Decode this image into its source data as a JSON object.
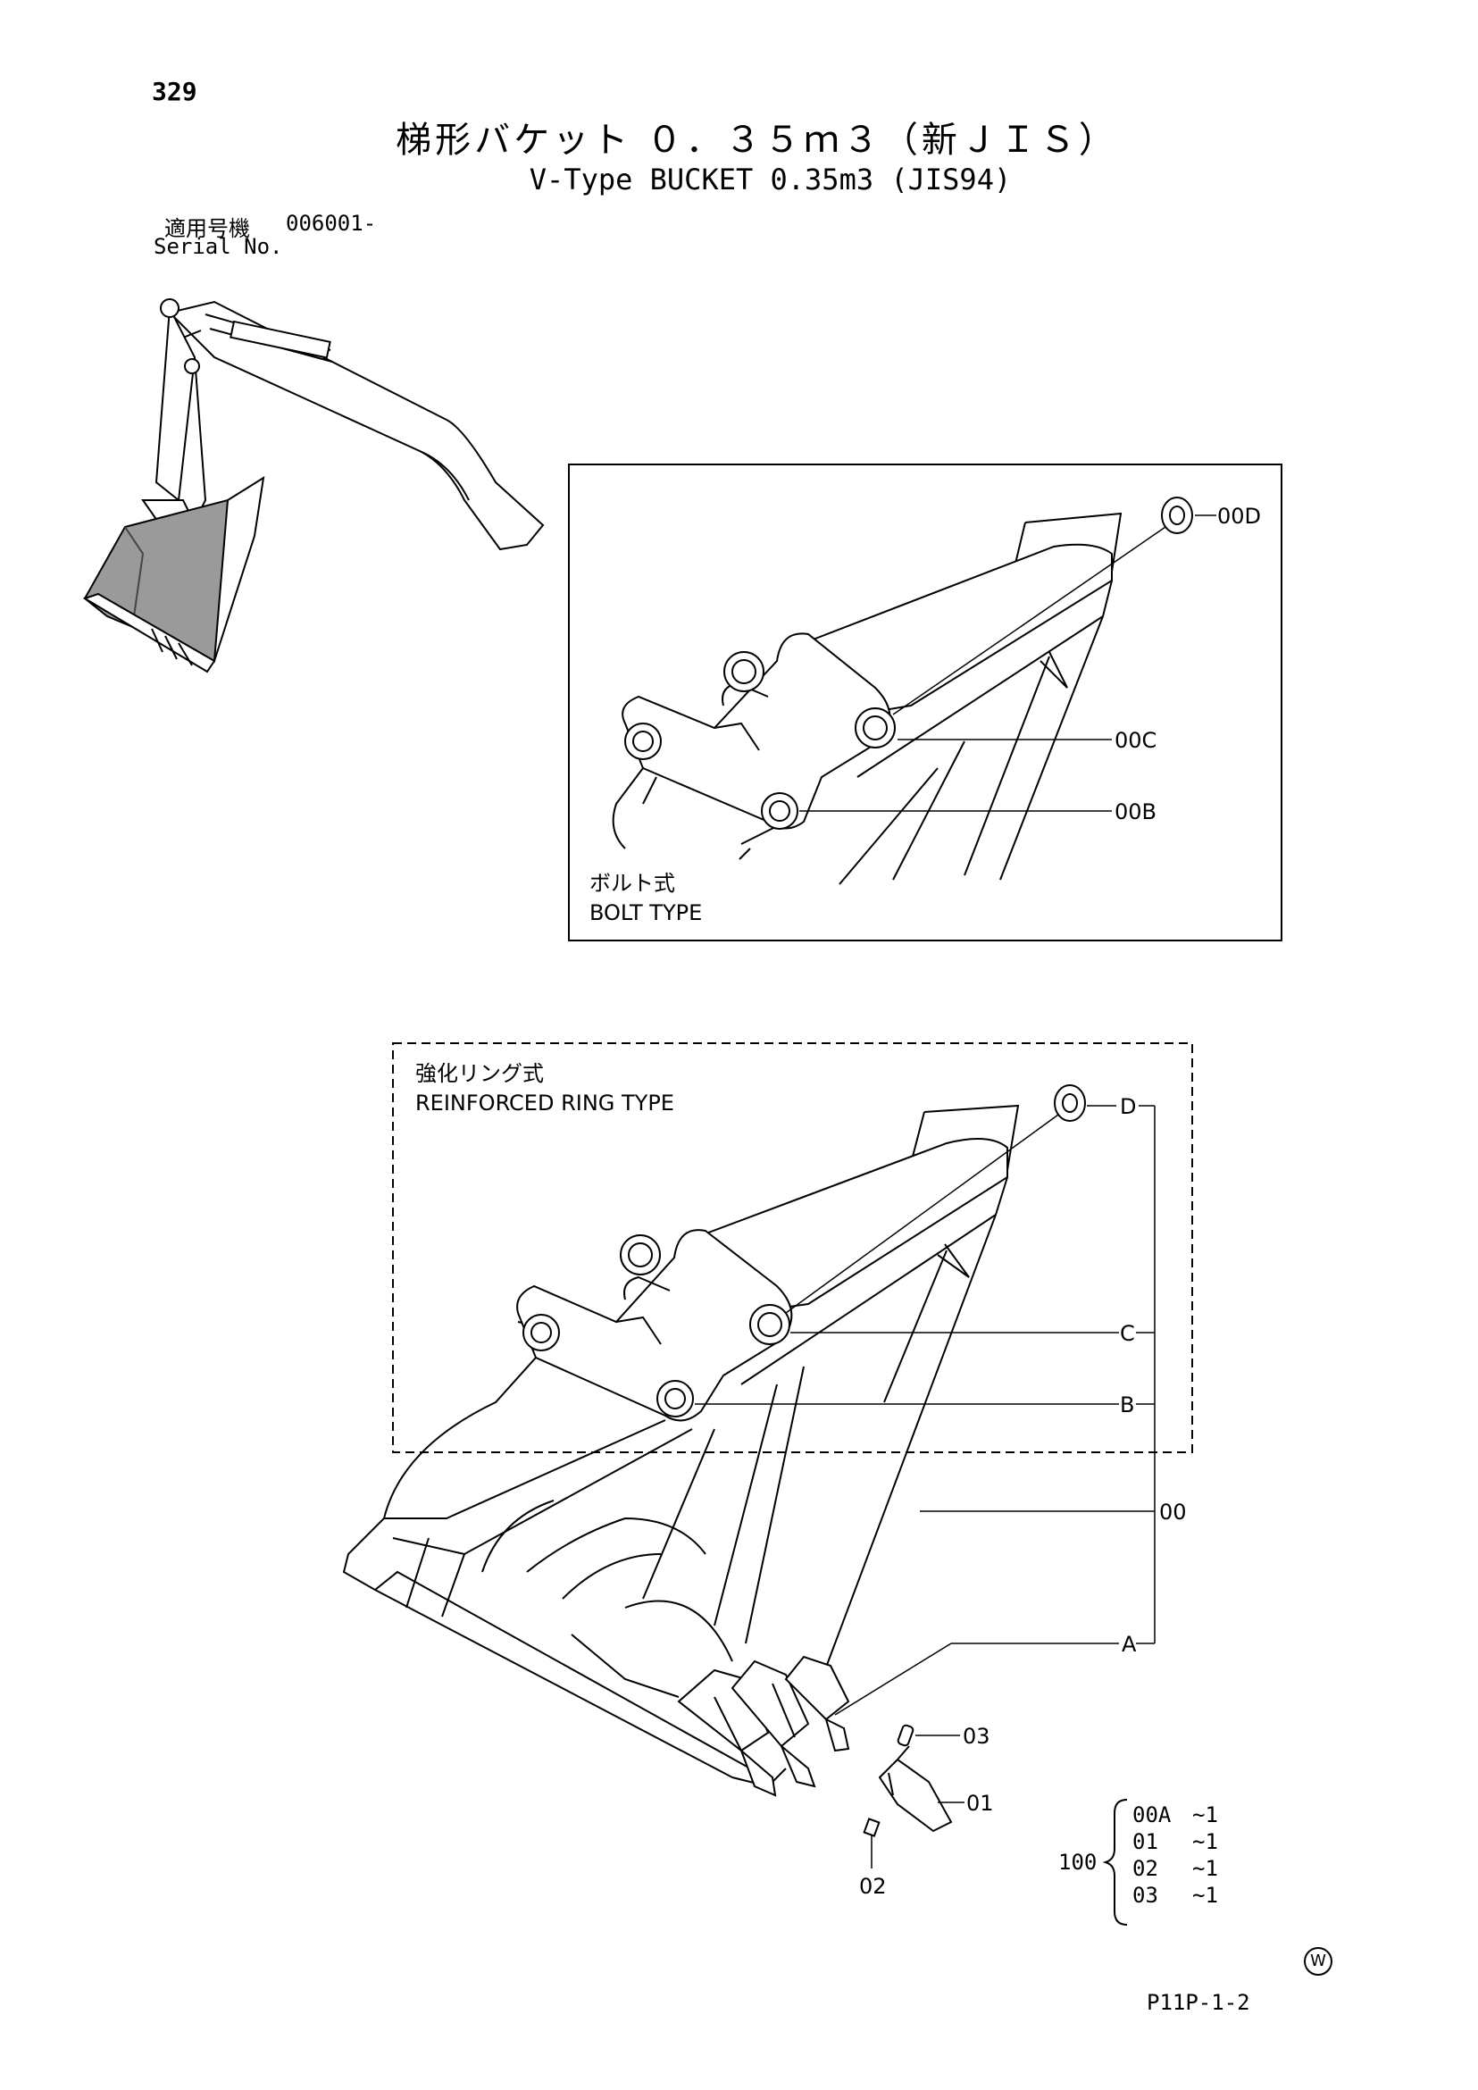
{
  "page_number": "329",
  "title_ja": "梯形バケット ０．３５ｍ３（新ＪＩＳ）",
  "title_en": "V-Type BUCKET 0.35m3 (JIS94)",
  "serial": {
    "label_ja": "適用号機",
    "label_en": "Serial No.",
    "value": "006001-"
  },
  "bolt_type": {
    "label_ja": "ボルト式",
    "label_en": "BOLT TYPE",
    "callouts": [
      "00D",
      "00C",
      "00B"
    ]
  },
  "ring_type": {
    "label_ja": "強化リング式",
    "label_en": "REINFORCED RING TYPE",
    "callouts": [
      "D",
      "C",
      "B"
    ]
  },
  "parts": {
    "assembly": "00",
    "body": "A",
    "tooth": "01",
    "pin": "02",
    "lock": "03"
  },
  "kit": {
    "number": "100",
    "items": [
      {
        "part": "00A",
        "qty": "~1"
      },
      {
        "part": "01",
        "qty": "~1"
      },
      {
        "part": "02",
        "qty": "~1"
      },
      {
        "part": "03",
        "qty": "~1"
      }
    ]
  },
  "footer_code": "P11P-1-2",
  "mark": "W"
}
